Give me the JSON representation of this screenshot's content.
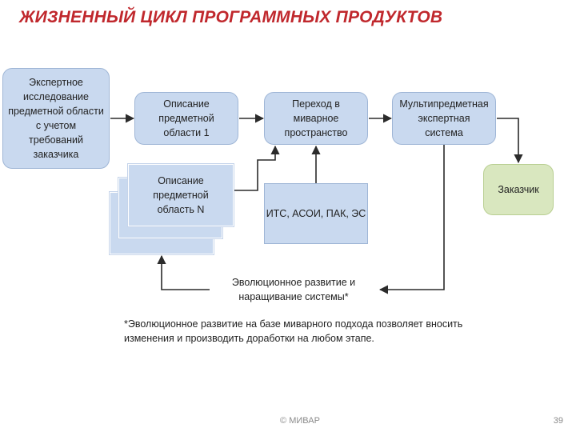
{
  "title": "ЖИЗНЕННЫЙ ЦИКЛ ПРОГРАММНЫХ ПРОДУКТОВ",
  "diagram": {
    "expert_study": "Экспертное исследование предметной области с учетом требований заказчика",
    "domain_description_1": "Описание предметной области 1",
    "mivar_transition": "Переход в миварное пространство",
    "multi_expert_system": "Мультипредметная экспертная система",
    "customer": "Заказчик",
    "domain_description_n": "Описание предметной область N",
    "systems": "ИТС, АСОИ, ПАК, ЭС",
    "evolution": "Эволюционное развитие и наращивание системы*"
  },
  "note": "*Эволюционное развитие на базе миварного подхода позволяет вносить изменения и производить доработки на любом этапе.",
  "footer": {
    "copyright": "© МИВАР",
    "page_number": "39"
  },
  "colors": {
    "title": "#c0282d",
    "box_fill": "#c9d9ef",
    "customer_fill": "#d9e7bf",
    "arrow": "#2b2b2b"
  }
}
